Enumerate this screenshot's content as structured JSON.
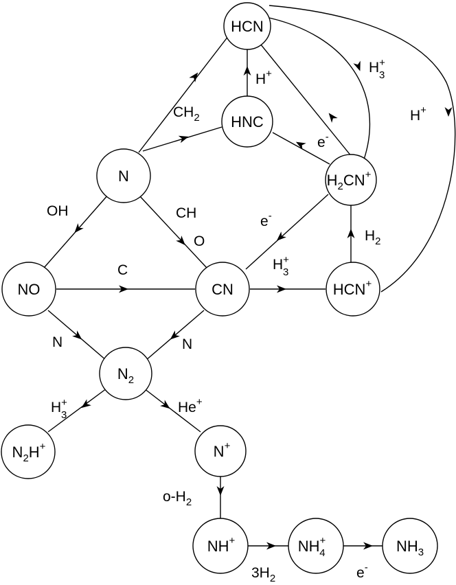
{
  "nodes": {
    "hcn": {
      "base": "HCN"
    },
    "hnc": {
      "base": "HNC"
    },
    "n": {
      "base": "N"
    },
    "h2cnp": {
      "base": "H",
      "sub": "2",
      "rest": "CN",
      "sup": "+"
    },
    "no": {
      "base": "NO"
    },
    "cn": {
      "base": "CN"
    },
    "hcnp": {
      "base": "HCN",
      "sup": "+"
    },
    "n2": {
      "base": "N",
      "sub": "2"
    },
    "n2hp": {
      "base": "N",
      "sub": "2",
      "rest": "H",
      "sup": "+"
    },
    "np": {
      "base": "N",
      "sup": "+"
    },
    "nhp": {
      "base": "NH",
      "sup": "+"
    },
    "nh4p": {
      "base": "NH",
      "sub": "4",
      "sup": "+"
    },
    "nh3": {
      "base": "NH",
      "sub": "3"
    }
  },
  "edge_labels": {
    "hnc_hcn": {
      "base": "H",
      "sup": "+"
    },
    "h3p_top": {
      "base": "H",
      "sub": "3",
      "sup": "+"
    },
    "hp_right": {
      "base": "H",
      "sup": "+"
    },
    "ch2": {
      "base": "CH",
      "sub": "2"
    },
    "e_h2cn_hnc": {
      "base": "e",
      "sup": "-"
    },
    "oh": {
      "base": "OH"
    },
    "ch": {
      "base": "CH"
    },
    "o": {
      "base": "O"
    },
    "e_h2cn_cn": {
      "base": "e",
      "sup": "-"
    },
    "h2": {
      "base": "H",
      "sub": "2"
    },
    "c": {
      "base": "C"
    },
    "h3p_cn": {
      "base": "H",
      "sub": "3",
      "sup": "+"
    },
    "n_left": {
      "base": "N"
    },
    "n_right": {
      "base": "N"
    },
    "h3p_n2": {
      "base": "H",
      "sub": "3",
      "sup": "+"
    },
    "hep": {
      "base": "He",
      "sup": "+"
    },
    "oh2": {
      "base": "o-H",
      "sub": "2"
    },
    "h2x3": {
      "base": "3H",
      "sub": "2"
    },
    "e_bottom": {
      "base": "e",
      "sup": "-"
    }
  }
}
